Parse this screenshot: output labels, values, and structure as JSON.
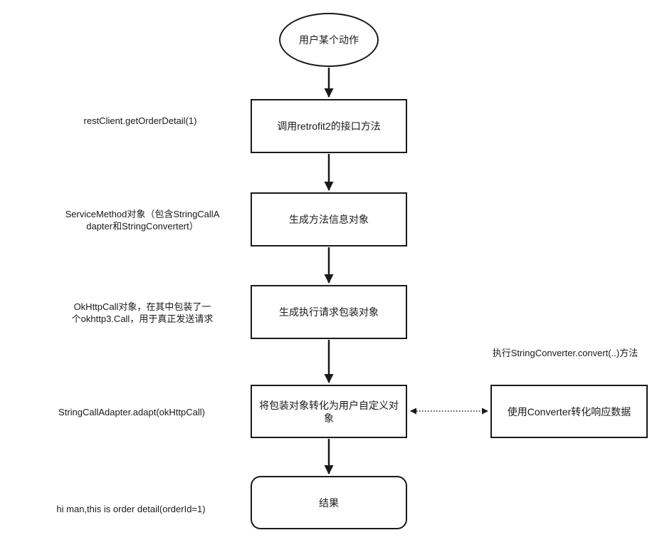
{
  "diagram": {
    "start": {
      "label": "用户某个动作"
    },
    "boxes": [
      {
        "label": "调用retrofit2的接口方法"
      },
      {
        "label": "生成方法信息对象"
      },
      {
        "label": "生成执行请求包装对象"
      },
      {
        "label": "将包装对象转化为用户自定义对象"
      }
    ],
    "result_box": {
      "label": "结果"
    },
    "side_box": {
      "label": "使用Converter转化响应数据"
    },
    "side_caption": "执行StringConverter.convert(..)方法",
    "annotations": [
      {
        "text": "restClient.getOrderDetail(1)"
      },
      {
        "text": "ServiceMethod对象（包含StringCallA\ndapter和StringConvertert）"
      },
      {
        "text": "OkHttpCall对象，在其中包装了一\n个okhttp3.Call，用于真正发送请求"
      },
      {
        "text": "StringCallAdapter.adapt(okHttpCall)"
      },
      {
        "text": "hi man,this is order detail(orderId=1)"
      }
    ],
    "colors": {
      "stroke": "#1a1a1a",
      "text": "#1a1a1a",
      "background": "#ffffff"
    }
  }
}
